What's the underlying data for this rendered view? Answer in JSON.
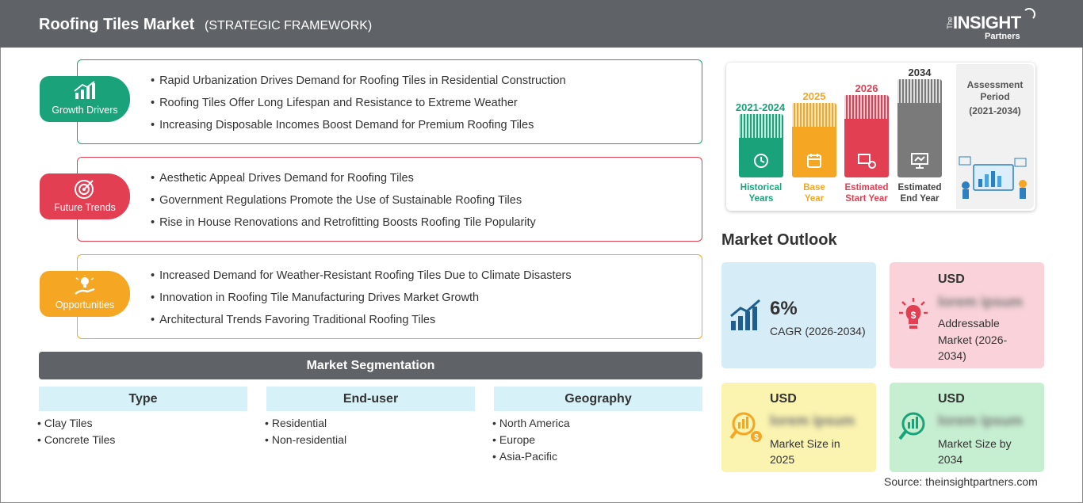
{
  "header": {
    "title": "Roofing Tiles Market",
    "subtitle": "(STRATEGIC FRAMEWORK)",
    "logo_the": "The",
    "logo_insight": "INSIGHT",
    "logo_partners": "Partners"
  },
  "framework": [
    {
      "label": "Growth Drivers",
      "color": "#1aa37a",
      "icon": "bar-chart-growth-icon",
      "items": [
        "Rapid Urbanization Drives Demand for Roofing Tiles in Residential Construction",
        "Roofing Tiles Offer Long Lifespan and Resistance to Extreme Weather",
        "Increasing Disposable Incomes Boost Demand for Premium Roofing Tiles"
      ]
    },
    {
      "label": "Future Trends",
      "color": "#e23f53",
      "icon": "target-icon",
      "items": [
        "Aesthetic Appeal Drives Demand for Roofing Tiles",
        "Government Regulations Promote the Use of Sustainable Roofing Tiles",
        "Rise in House Renovations and Retrofitting Boosts Roofing Tile Popularity"
      ]
    },
    {
      "label": "Opportunities",
      "color": "#f5a623",
      "icon": "lightbulb-hand-icon",
      "items": [
        "Increased Demand for Weather-Resistant Roofing Tiles Due to Climate Disasters",
        "Innovation in Roofing Tile Manufacturing Drives Market Growth",
        "Architectural Trends Favoring Traditional Roofing Tiles"
      ]
    }
  ],
  "segmentation": {
    "title": "Market Segmentation",
    "columns": [
      {
        "heading": "Type",
        "items": [
          "Clay Tiles",
          "Concrete Tiles"
        ]
      },
      {
        "heading": "End-user",
        "items": [
          "Residential",
          "Non-residential"
        ]
      },
      {
        "heading": "Geography",
        "items": [
          "North America",
          "Europe",
          "Asia-Pacific"
        ]
      }
    ]
  },
  "timeline": {
    "bars": [
      {
        "year": "2021-2024",
        "label1": "Historical",
        "label2": "Years",
        "color": "#1aa37a",
        "icon": "history-icon"
      },
      {
        "year": "2025",
        "label1": "Base",
        "label2": "Year",
        "color": "#f5a623",
        "icon": "calendar-icon"
      },
      {
        "year": "2026",
        "label1": "Estimated",
        "label2": "Start Year",
        "color": "#e23f53",
        "icon": "start-chart-icon"
      },
      {
        "year": "2034",
        "label1": "Estimated",
        "label2": "End Year",
        "color": "#7a7a7a",
        "icon": "presentation-icon"
      }
    ],
    "assessment_1": "Assessment",
    "assessment_2": "Period",
    "assessment_3": "(2021-2034)"
  },
  "outlook": {
    "title": "Market Outlook",
    "cagr_value": "6%",
    "cagr_label": "CAGR (2026-2034)",
    "addressable_usd": "USD",
    "addressable_value": "lorem ipsum",
    "addressable_label_1": "Addressable",
    "addressable_label_2": "Market (2026-",
    "addressable_label_3": "2034)",
    "size2025_usd": "USD",
    "size2025_value": "lorem ipsum",
    "size2025_label_1": "Market Size in",
    "size2025_label_2": "2025",
    "size2034_usd": "USD",
    "size2034_value": "lorem ipsum",
    "size2034_label_1": "Market Size by",
    "size2034_label_2": "2034",
    "colors": {
      "cagr": "#d6ecf7",
      "addressable": "#f9d3d9",
      "size2025": "#fbf3b0",
      "size2034": "#c6efd1"
    }
  },
  "source": "Source: theinsightpartners.com"
}
